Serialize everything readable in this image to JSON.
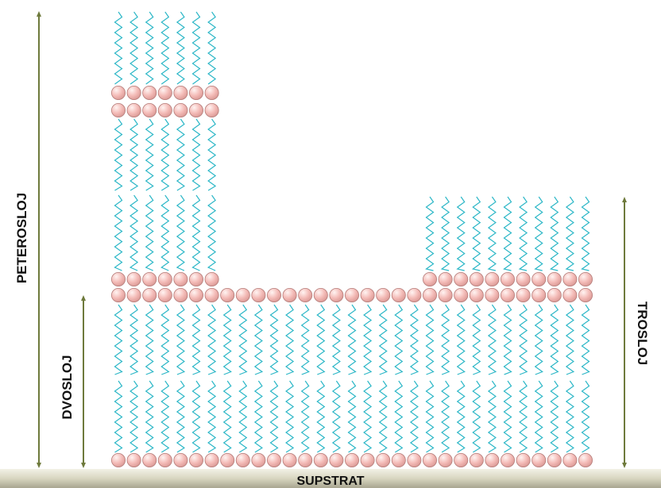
{
  "labels": {
    "left_tall": "PETEROSLOJ",
    "left_short": "DVOSLOJ",
    "right": "TROSLOJ",
    "substrate": "SUPSTRAT"
  },
  "colors": {
    "head_fill": "#f2b7b3",
    "head_highlight": "#fff4f2",
    "head_stroke": "#b57c79",
    "tail": "#2cb7c7",
    "arrow": "#6e7a3c",
    "substrate_light": "#eeeedd",
    "substrate_dark": "#a9a68f"
  }
}
